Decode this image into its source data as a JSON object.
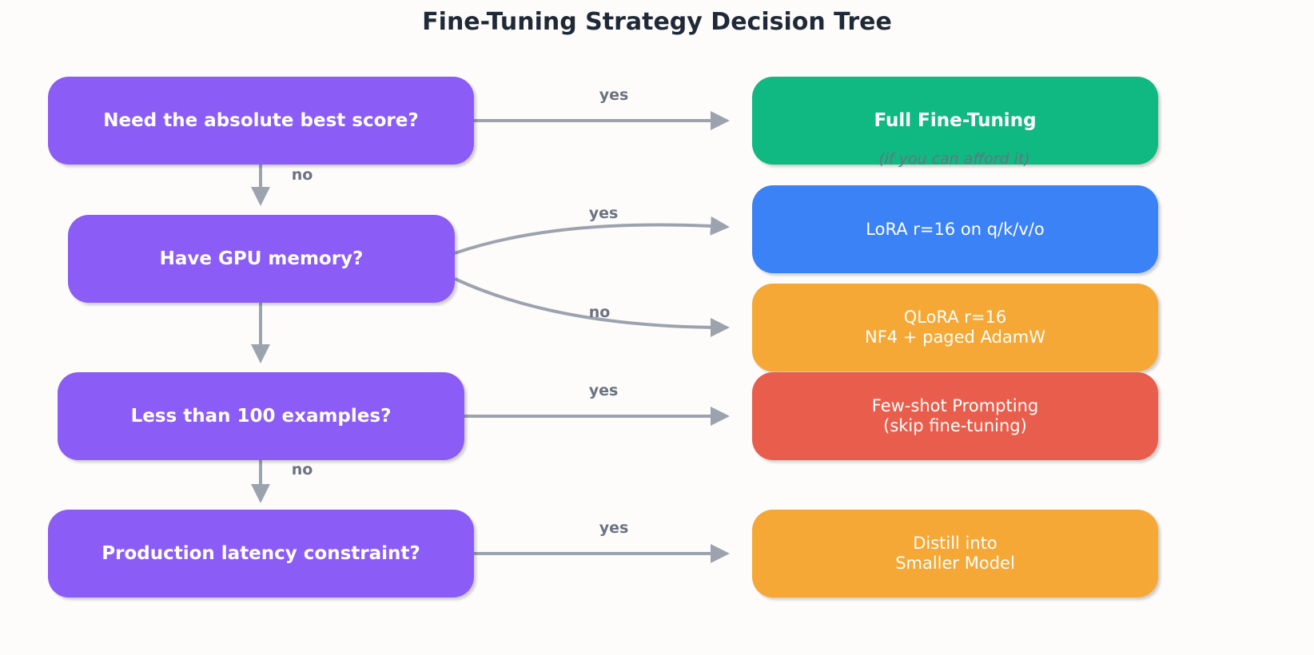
{
  "title": "Fine-Tuning Strategy Decision Tree",
  "colors": {
    "question": "#8b5cf6",
    "full": "#10b981",
    "lora": "#3b82f6",
    "qlora": "#f5a835",
    "fewshot": "#e85d4b",
    "distill": "#f5a835",
    "arrow": "#9ca3af",
    "label": "#6b7280"
  },
  "questions": {
    "q1": "Need the absolute best score?",
    "q2": "Have GPU memory?",
    "q3": "Less than 100 examples?",
    "q4": "Production latency constraint?"
  },
  "results": {
    "full": "Full Fine-Tuning",
    "full_note": "(if you can afford it)",
    "lora": "LoRA r=16 on q/k/v/o",
    "qlora": "QLoRA r=16\nNF4 + paged AdamW",
    "fewshot": "Few-shot Prompting\n(skip fine-tuning)",
    "distill": "Distill into\nSmaller Model"
  },
  "edge_labels": {
    "q1_yes": "yes",
    "q1_no": "no",
    "q2_yes": "yes",
    "q2_no": "no",
    "q3_yes": "yes",
    "q3_no": "no",
    "q4_yes": "yes"
  }
}
